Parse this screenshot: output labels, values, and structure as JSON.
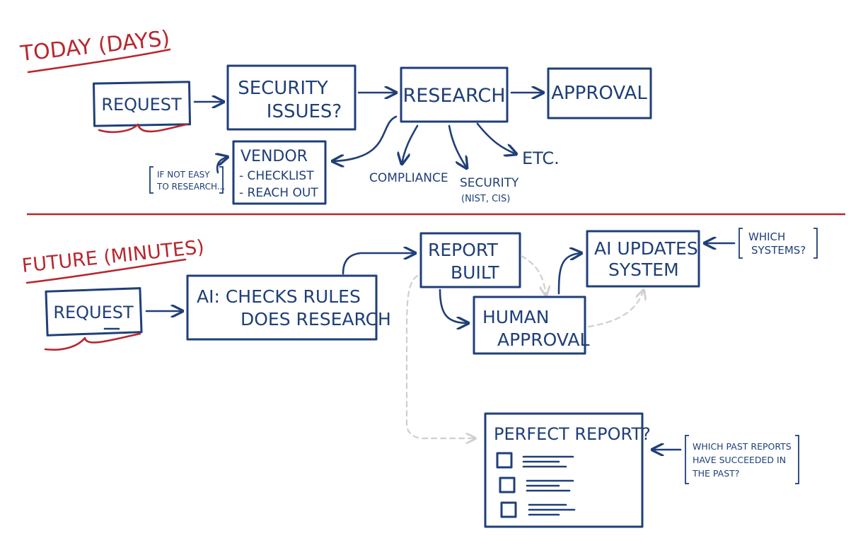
{
  "today": {
    "heading": "TODAY (DAYS)",
    "request": "REQUEST",
    "security_issues_line1": "SECURITY",
    "security_issues_line2": "ISSUES?",
    "research": "RESEARCH",
    "approval": "APPROVAL",
    "vendor_title": "VENDOR",
    "vendor_item1": "- CHECKLIST",
    "vendor_item2": "- REACH OUT",
    "vendor_note_line1": "IF NOT EASY",
    "vendor_note_line2": "TO RESEARCH...",
    "branch_compliance": "COMPLIANCE",
    "branch_security": "SECURITY",
    "branch_security_sub": "(NIST, CIS)",
    "branch_etc": "ETC."
  },
  "future": {
    "heading": "FUTURE (MINUTES)",
    "request": "REQUEST",
    "ai_line1": "AI: CHECKS RULES",
    "ai_line2": "DOES RESEARCH",
    "report_line1": "REPORT",
    "report_line2": "BUILT",
    "human_line1": "HUMAN",
    "human_line2": "APPROVAL",
    "ai_updates_line1": "AI UPDATES",
    "ai_updates_line2": "SYSTEM",
    "systems_note_line1": "WHICH",
    "systems_note_line2": "SYSTEMS?",
    "perfect_report": "PERFECT REPORT?",
    "past_note_line1": "WHICH PAST REPORTS",
    "past_note_line2": "HAVE SUCCEEDED IN",
    "past_note_line3": "THE PAST?"
  },
  "colors": {
    "ink": "#1f3f78",
    "accent": "#b8272f",
    "dashed": "#cfcfcf"
  }
}
